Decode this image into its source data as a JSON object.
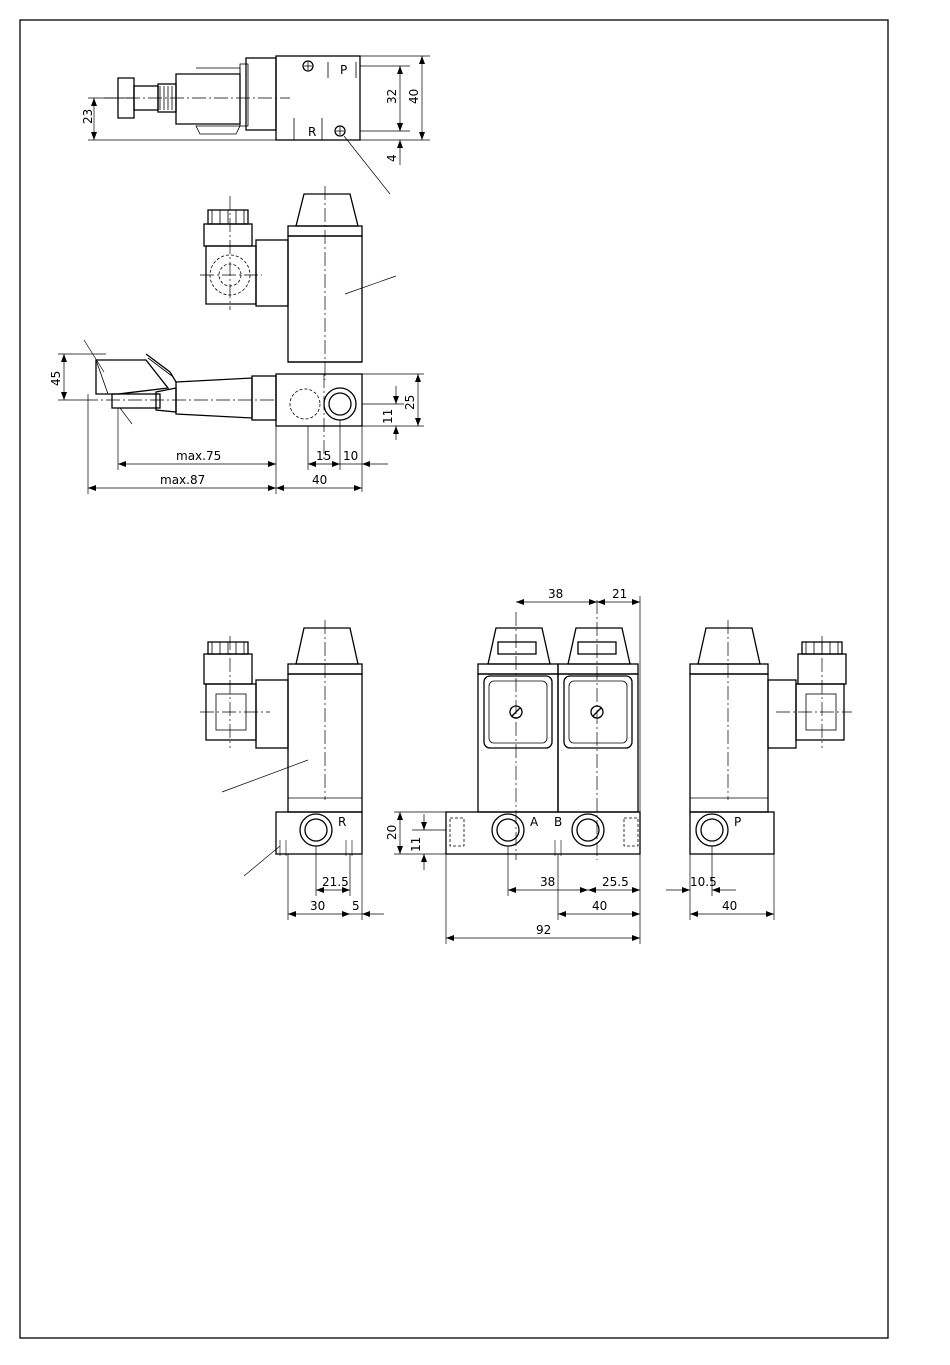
{
  "colors": {
    "ink": "#000000",
    "paper": "#ffffff"
  },
  "top_view": {
    "port_p": "P",
    "port_r": "R",
    "dim_height": "23",
    "dim_32": "32",
    "dim_40": "40",
    "dim_4": "4"
  },
  "side_view": {
    "dim_45": "45",
    "dim_11": "11",
    "dim_25": "25",
    "dim_15": "15",
    "dim_10": "10",
    "dim_max75": "max.75",
    "dim_max87": "max.87",
    "dim_40": "40"
  },
  "single_view": {
    "port_r": "R",
    "dim_21_5": "21.5",
    "dim_30": "30",
    "dim_5": "5"
  },
  "manifold_view": {
    "port_a": "A",
    "port_b": "B",
    "dim_38_top": "38",
    "dim_21": "21",
    "dim_20": "20",
    "dim_11": "11",
    "dim_38_bottom": "38",
    "dim_25_5": "25.5",
    "dim_40": "40",
    "dim_92": "92"
  },
  "right_view": {
    "port_p": "P",
    "dim_10_5": "10.5",
    "dim_40": "40"
  }
}
